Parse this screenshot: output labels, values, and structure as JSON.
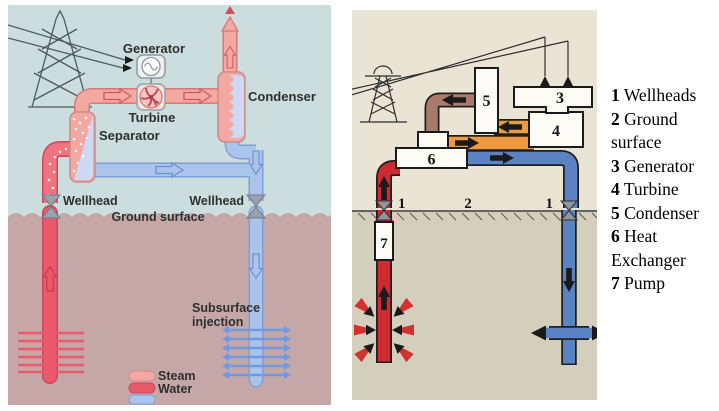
{
  "figure": {
    "left": {
      "labels": {
        "generator": "Generator",
        "turbine": "Turbine",
        "condenser": "Condenser",
        "separator": "Separator",
        "wellhead_left": "Wellhead",
        "wellhead_right": "Wellhead",
        "ground_surface": "Ground surface",
        "subsurface_line1": "Subsurface",
        "subsurface_line2": "injection",
        "legend_steam": "Steam",
        "legend_water": "Water"
      },
      "colors": {
        "sky": "#cbdddd",
        "underground": "#c5a7a7",
        "steam": "#f4a8a2",
        "steamBorder": "#d9787a",
        "hotWater": "#e8596b",
        "hotWaterBorder": "#d1445a",
        "twoPhase": "#ee7480",
        "coolWater": "#abc4ec",
        "coolWaterBorder": "#7e9fd8",
        "condenserBlue": "#cdd8f2",
        "valve": "#99a1ab"
      }
    },
    "right": {
      "labels": {
        "condenser_num": "5",
        "generator_num": "3",
        "turbine_num": "4",
        "heat_exchanger_num": "6",
        "pump_num": "7",
        "wellhead_left_num": "1",
        "ground_surface_num": "2",
        "wellhead_right_num": "1"
      },
      "colors": {
        "sky": "#eae4d4",
        "underground": "#d4cfbd",
        "outline": "#1f1f1f",
        "hot": "#ce2a32",
        "cold": "#5b83c4",
        "vapor": "#ef9a3e",
        "condensate": "#a87a6c",
        "box": "#fcfbf6",
        "valve": "#8e969e"
      }
    },
    "key": {
      "items": [
        {
          "num": "1",
          "label": "Wellheads"
        },
        {
          "num": "2",
          "label": "Ground surface"
        },
        {
          "num": "3",
          "label": "Generator"
        },
        {
          "num": "4",
          "label": "Turbine"
        },
        {
          "num": "5",
          "label": "Condenser"
        },
        {
          "num": "6",
          "label": "Heat Exchanger"
        },
        {
          "num": "7",
          "label": "Pump"
        }
      ]
    }
  }
}
